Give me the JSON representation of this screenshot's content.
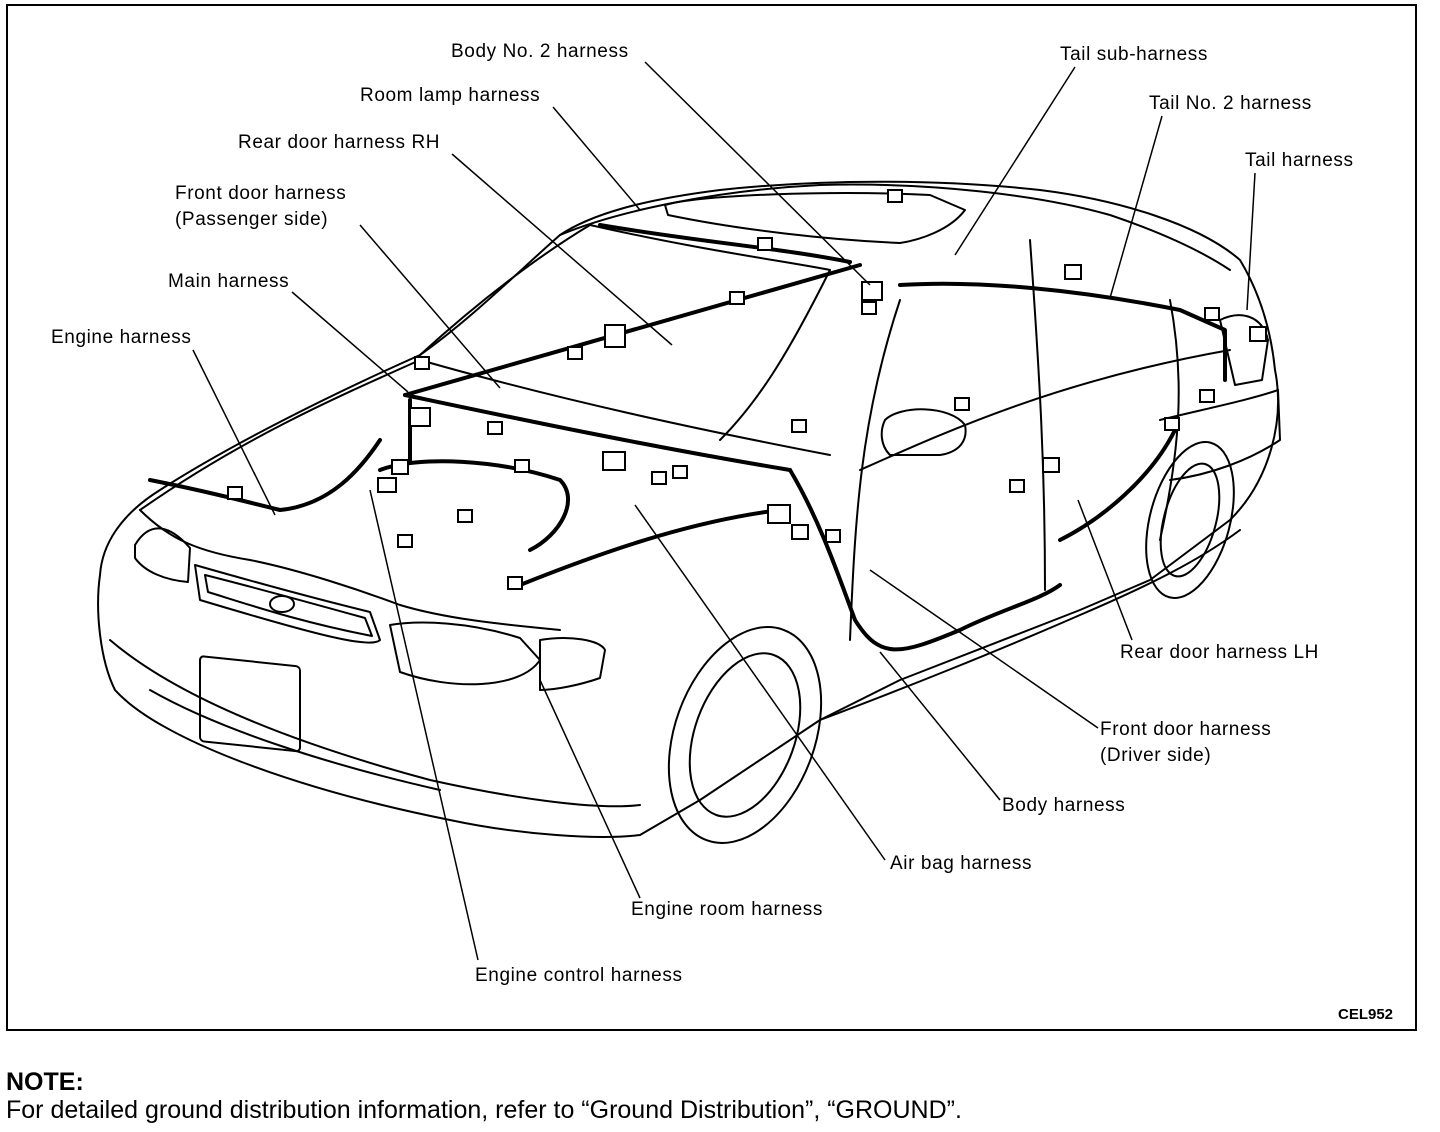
{
  "labels": {
    "body_no2": "Body No. 2 harness",
    "room_lamp": "Room lamp harness",
    "rear_door_rh": "Rear door harness RH",
    "front_door_pass_1": "Front door harness",
    "front_door_pass_2": "(Passenger side)",
    "main": "Main harness",
    "engine": "Engine harness",
    "tail_sub": "Tail sub-harness",
    "tail_no2": "Tail No. 2 harness",
    "tail": "Tail harness",
    "rear_door_lh": "Rear door harness LH",
    "front_door_drv_1": "Front door harness",
    "front_door_drv_2": "(Driver side)",
    "body": "Body harness",
    "air_bag": "Air bag harness",
    "engine_room": "Engine room harness",
    "engine_control": "Engine control harness"
  },
  "figure_code": "CEL952",
  "note": {
    "title": "NOTE:",
    "text": "For detailed ground distribution information, refer to “Ground Distribution”, “GROUND”."
  }
}
